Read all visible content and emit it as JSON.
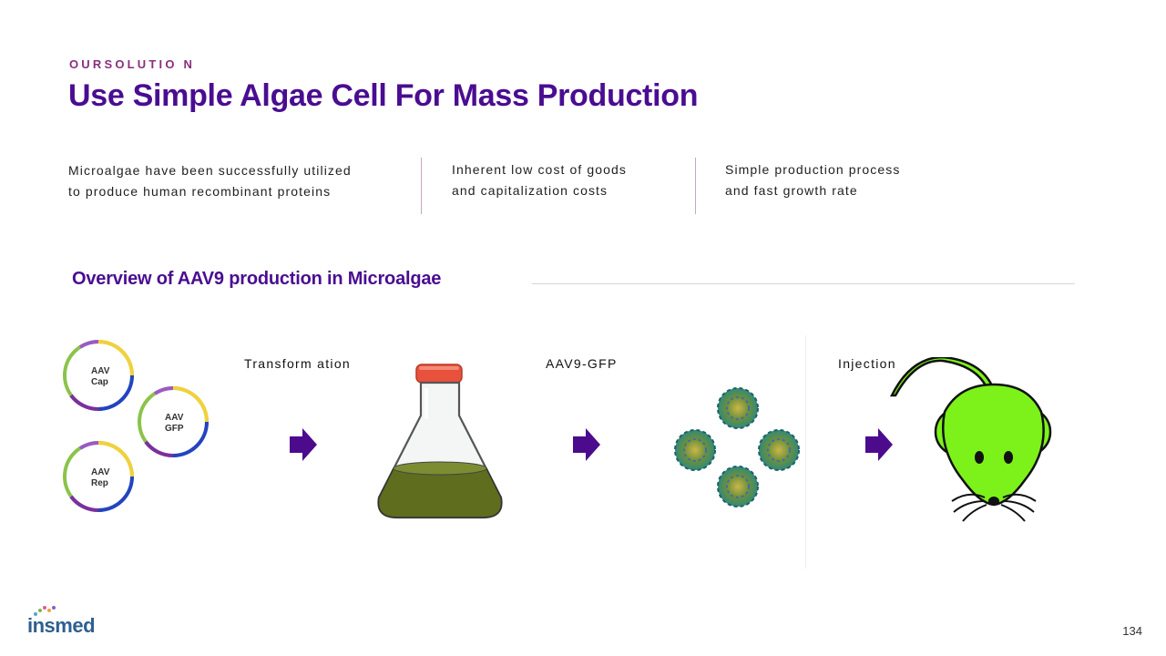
{
  "header": {
    "eyebrow": "OURSOLUTIO N",
    "title": "Use Simple Algae Cell For Mass Production"
  },
  "points": [
    {
      "text": "Microalgae have been successfully utilized\nto produce human recombinant proteins"
    },
    {
      "text": "Inherent low cost of goods\nand capitalization costs"
    },
    {
      "text": "Simple production process\nand fast growth rate"
    }
  ],
  "overview": {
    "title": "Overview of AAV9 production in Microalgae"
  },
  "diagram": {
    "plasmids": [
      {
        "line1": "AAV",
        "line2": "Cap"
      },
      {
        "line1": "AAV",
        "line2": "GFP"
      },
      {
        "line1": "AAV",
        "line2": "Rep"
      }
    ],
    "steps": [
      {
        "label": "Transform ation"
      },
      {
        "label": "AAV9-GFP"
      },
      {
        "label": "Injection"
      }
    ],
    "colors": {
      "arrow": "#4b0b8c",
      "culture": "#5e6d1e",
      "flask_cap": "#e8513c",
      "mouse": "#7cf21a",
      "virus": "#2f8a7a"
    }
  },
  "footer": {
    "logo": "insmed",
    "page_number": "134"
  }
}
